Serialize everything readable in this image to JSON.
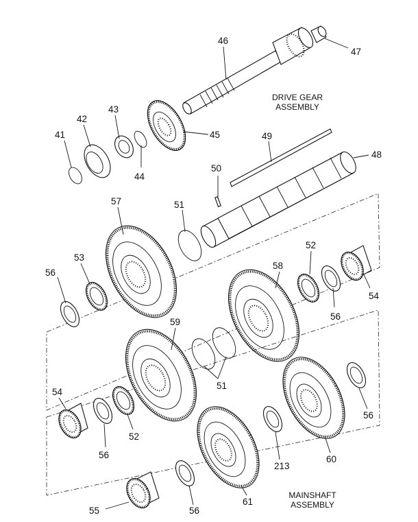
{
  "titles": {
    "drive_gear_line1": "DRIVE GEAR",
    "drive_gear_line2": "ASSEMBLY",
    "mainshaft_line1": "MAINSHAFT",
    "mainshaft_line2": "ASSEMBLY"
  },
  "callouts": {
    "c41": "41",
    "c42": "42",
    "c43": "43",
    "c44": "44",
    "c45": "45",
    "c46": "46",
    "c47": "47",
    "c48": "48",
    "c49": "49",
    "c50": "50",
    "c51_top": "51",
    "c51_bottom": "51",
    "c52_upper": "52",
    "c52_lower": "52",
    "c53": "53",
    "c54_upper": "54",
    "c54_lower": "54",
    "c55": "55",
    "c56_upper_left": "56",
    "c56_upper_right": "56",
    "c56_middle": "56",
    "c56_right": "56",
    "c56_bottom": "56",
    "c57": "57",
    "c58": "58",
    "c59": "59",
    "c60": "60",
    "c61": "61",
    "c213": "213"
  }
}
